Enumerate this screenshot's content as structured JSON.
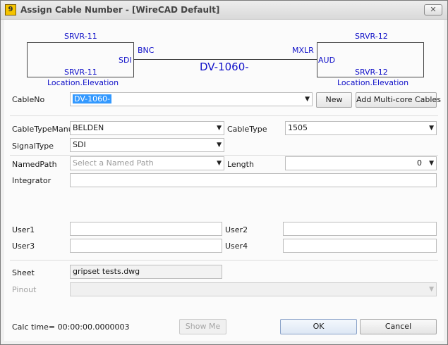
{
  "window": {
    "title": "Assign Cable Number - [WireCAD Default]",
    "icon": "9",
    "close_glyph": "✕"
  },
  "diagram": {
    "left": {
      "top_label": "SRVR-11",
      "port": "SDI",
      "bottom_label": "SRVR-11",
      "location": "Location.Elevation",
      "connector": "BNC"
    },
    "right": {
      "top_label": "SRVR-12",
      "port": "AUD",
      "bottom_label": "SRVR-12",
      "location": "Location.Elevation",
      "connector": "MXLR"
    },
    "cable_label": "DV-1060-",
    "color": "#1010c8"
  },
  "form": {
    "cableno": {
      "label": "CableNo",
      "value": "DV-1060-"
    },
    "new_button": "New",
    "multicore_button": "Add Multi-core Cables",
    "cable_type_manu": {
      "label": "CableTypeManu",
      "value": "BELDEN"
    },
    "cable_type": {
      "label": "CableType",
      "value": "1505"
    },
    "signal_type": {
      "label": "SignalType",
      "value": "SDI"
    },
    "named_path": {
      "label": "NamedPath",
      "placeholder": "Select a Named Path"
    },
    "length": {
      "label": "Length",
      "value": "0"
    },
    "integrator": {
      "label": "Integrator",
      "value": ""
    },
    "user1": {
      "label": "User1",
      "value": ""
    },
    "user2": {
      "label": "User2",
      "value": ""
    },
    "user3": {
      "label": "User3",
      "value": ""
    },
    "user4": {
      "label": "User4",
      "value": ""
    },
    "sheet": {
      "label": "Sheet",
      "value": "gripset tests.dwg"
    },
    "pinout": {
      "label": "Pinout",
      "value": ""
    }
  },
  "footer": {
    "calc_time": "Calc time= 00:00:00.0000003",
    "show_me": "Show Me",
    "ok": "OK",
    "cancel": "Cancel"
  }
}
